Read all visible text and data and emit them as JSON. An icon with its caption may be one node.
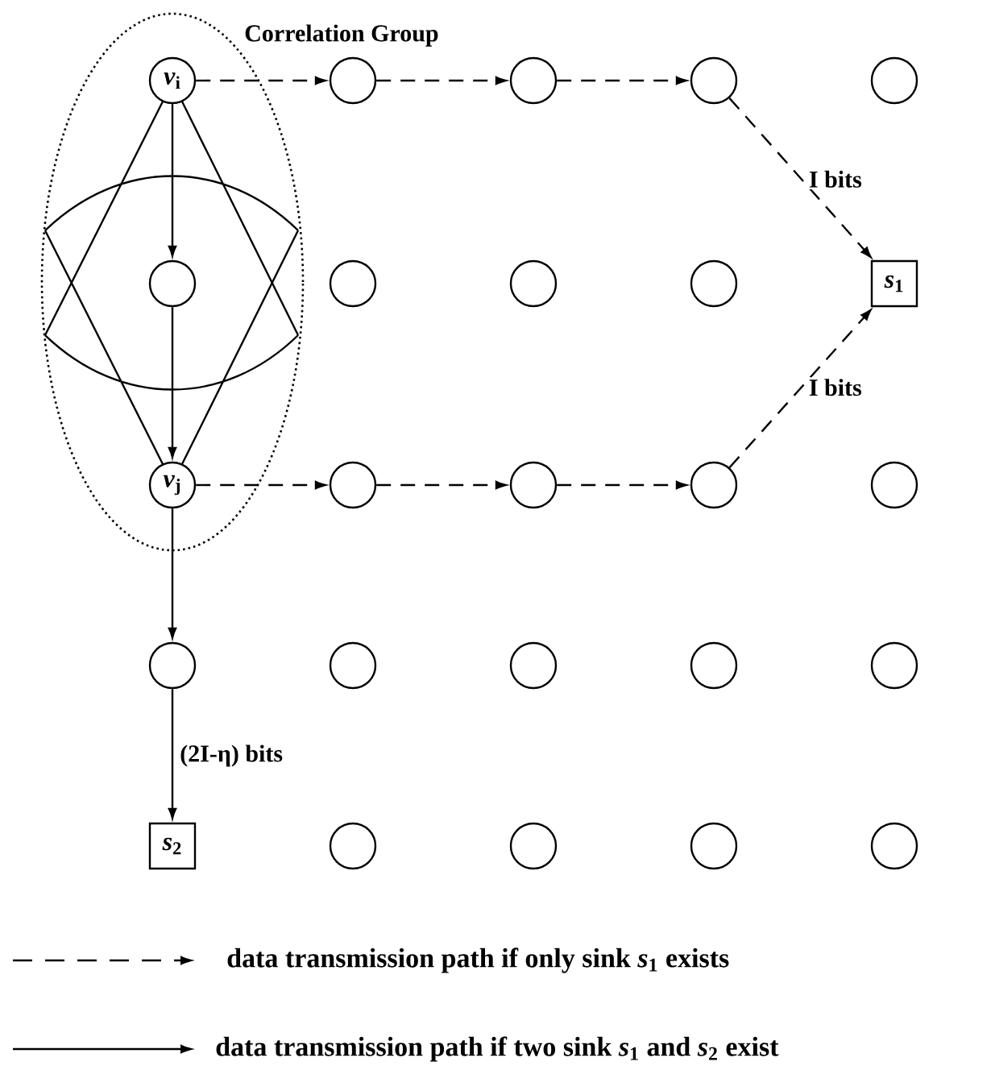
{
  "diagram": {
    "nodes": [
      {
        "text": [
          "Correlation Group"
        ]
      },
      {
        "text": [
          "*v*$_{i}$"
        ],
        "in": 0
      },
      {
        "text": [],
        "shape": "circle"
      },
      {
        "text": [],
        "shape": "circle"
      },
      {
        "text": [],
        "shape": "circle"
      },
      {
        "text": [],
        "shape": "circle"
      },
      {
        "text": [],
        "shape": "circle",
        "in": 0
      },
      {
        "text": [],
        "shape": "circle"
      },
      {
        "text": [],
        "shape": "circle"
      },
      {
        "text": [],
        "shape": "circle"
      },
      {
        "text": [
          "*s*$_{1}$"
        ]
      },
      {
        "text": [
          "*v*$_{j}$"
        ],
        "in": 0
      },
      {
        "text": [],
        "shape": "circle"
      },
      {
        "text": [],
        "shape": "circle"
      },
      {
        "text": [],
        "shape": "circle"
      },
      {
        "text": [],
        "shape": "circle"
      },
      {
        "text": [],
        "shape": "circle"
      },
      {
        "text": [],
        "shape": "circle"
      },
      {
        "text": [],
        "shape": "circle"
      },
      {
        "text": [],
        "shape": "circle"
      },
      {
        "text": [],
        "shape": "circle"
      },
      {
        "text": [
          "*s*$_{2}$"
        ]
      },
      {
        "text": [],
        "shape": "circle"
      },
      {
        "text": [],
        "shape": "circle"
      },
      {
        "text": [],
        "shape": "circle"
      },
      {
        "text": [],
        "shape": "circle"
      }
    ],
    "edges": [
      {
        "from": 1,
        "to": 2,
        "arrow": "to",
        "style": "dashed"
      },
      {
        "from": 2,
        "to": 3,
        "arrow": "to",
        "style": "dashed"
      },
      {
        "from": 3,
        "to": 4,
        "arrow": "to",
        "style": "dashed"
      },
      {
        "from": 4,
        "to": 10,
        "arrow": "to",
        "style": "dashed",
        "label": "I bits"
      },
      {
        "from": 11,
        "to": 12,
        "arrow": "to",
        "style": "dashed"
      },
      {
        "from": 12,
        "to": 13,
        "arrow": "to",
        "style": "dashed"
      },
      {
        "from": 13,
        "to": 14,
        "arrow": "to",
        "style": "dashed"
      },
      {
        "from": 14,
        "to": 10,
        "arrow": "to",
        "style": "dashed",
        "label": "I bits"
      },
      {
        "from": 1,
        "to": 6,
        "arrow": "to"
      },
      {
        "from": 6,
        "to": 11,
        "arrow": "to"
      },
      {
        "from": 11,
        "to": 16,
        "arrow": "to"
      },
      {
        "from": 16,
        "to": 21,
        "arrow": "to",
        "label": "(2I-η) bits"
      }
    ],
    "legend": [
      {
        "text": "data transmission path if only sink *s*$_{1}$ exists"
      },
      {
        "text": "data transmission path if two sink *s*$_{1}$ and *s*$_{2}$ exist"
      }
    ]
  }
}
